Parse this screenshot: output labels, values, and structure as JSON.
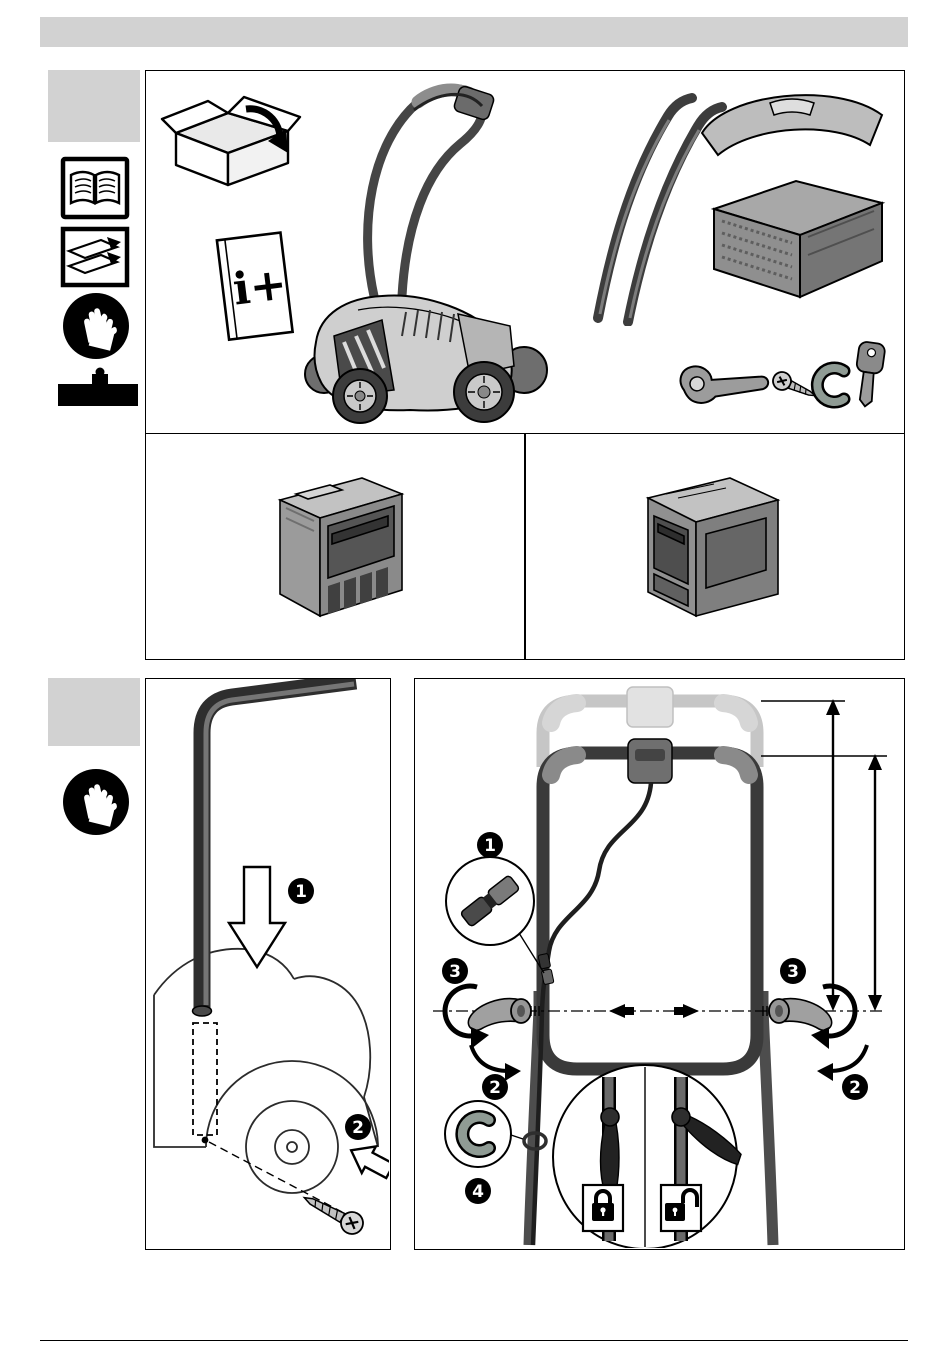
{
  "document": {
    "type": "instruction-manual-page",
    "texts": {
      "booklet_label": "i+",
      "step1": "1",
      "step2": "2",
      "step3": "3",
      "step4": "4"
    },
    "colors": {
      "band_gray": "#d2d2d2",
      "line_black": "#000000",
      "tube_dark": "#3a3a3a",
      "ghost_gray": "#c6c6c6",
      "metal_gray": "#9b9b9b",
      "lock_black": "#000000"
    },
    "sidebar_icons": [
      {
        "name": "read-manual-icon"
      },
      {
        "name": "remove-packaging-icon"
      },
      {
        "name": "protective-gloves-icon"
      },
      {
        "name": "work-surface-icon"
      },
      {
        "name": "protective-gloves-icon"
      }
    ],
    "figures": [
      {
        "name": "unpacking-contents",
        "items": [
          "carton-box",
          "instruction-booklet",
          "lawn-mower",
          "handlebar-lower-tubes",
          "grass-catcher-lid",
          "grass-catcher-box",
          "cam-lever",
          "screw",
          "cable-clip",
          "isolator-key"
        ]
      },
      {
        "name": "battery-option-a",
        "items": [
          "battery-pack"
        ]
      },
      {
        "name": "battery-option-b",
        "items": [
          "battery-pack"
        ]
      },
      {
        "name": "insert-lower-tube-into-deck",
        "steps": [
          "1",
          "2"
        ]
      },
      {
        "name": "attach-upper-handle",
        "steps": [
          "1",
          "2",
          "3",
          "4"
        ],
        "symbols": [
          "locked-padlock",
          "unlocked-padlock"
        ]
      }
    ]
  }
}
